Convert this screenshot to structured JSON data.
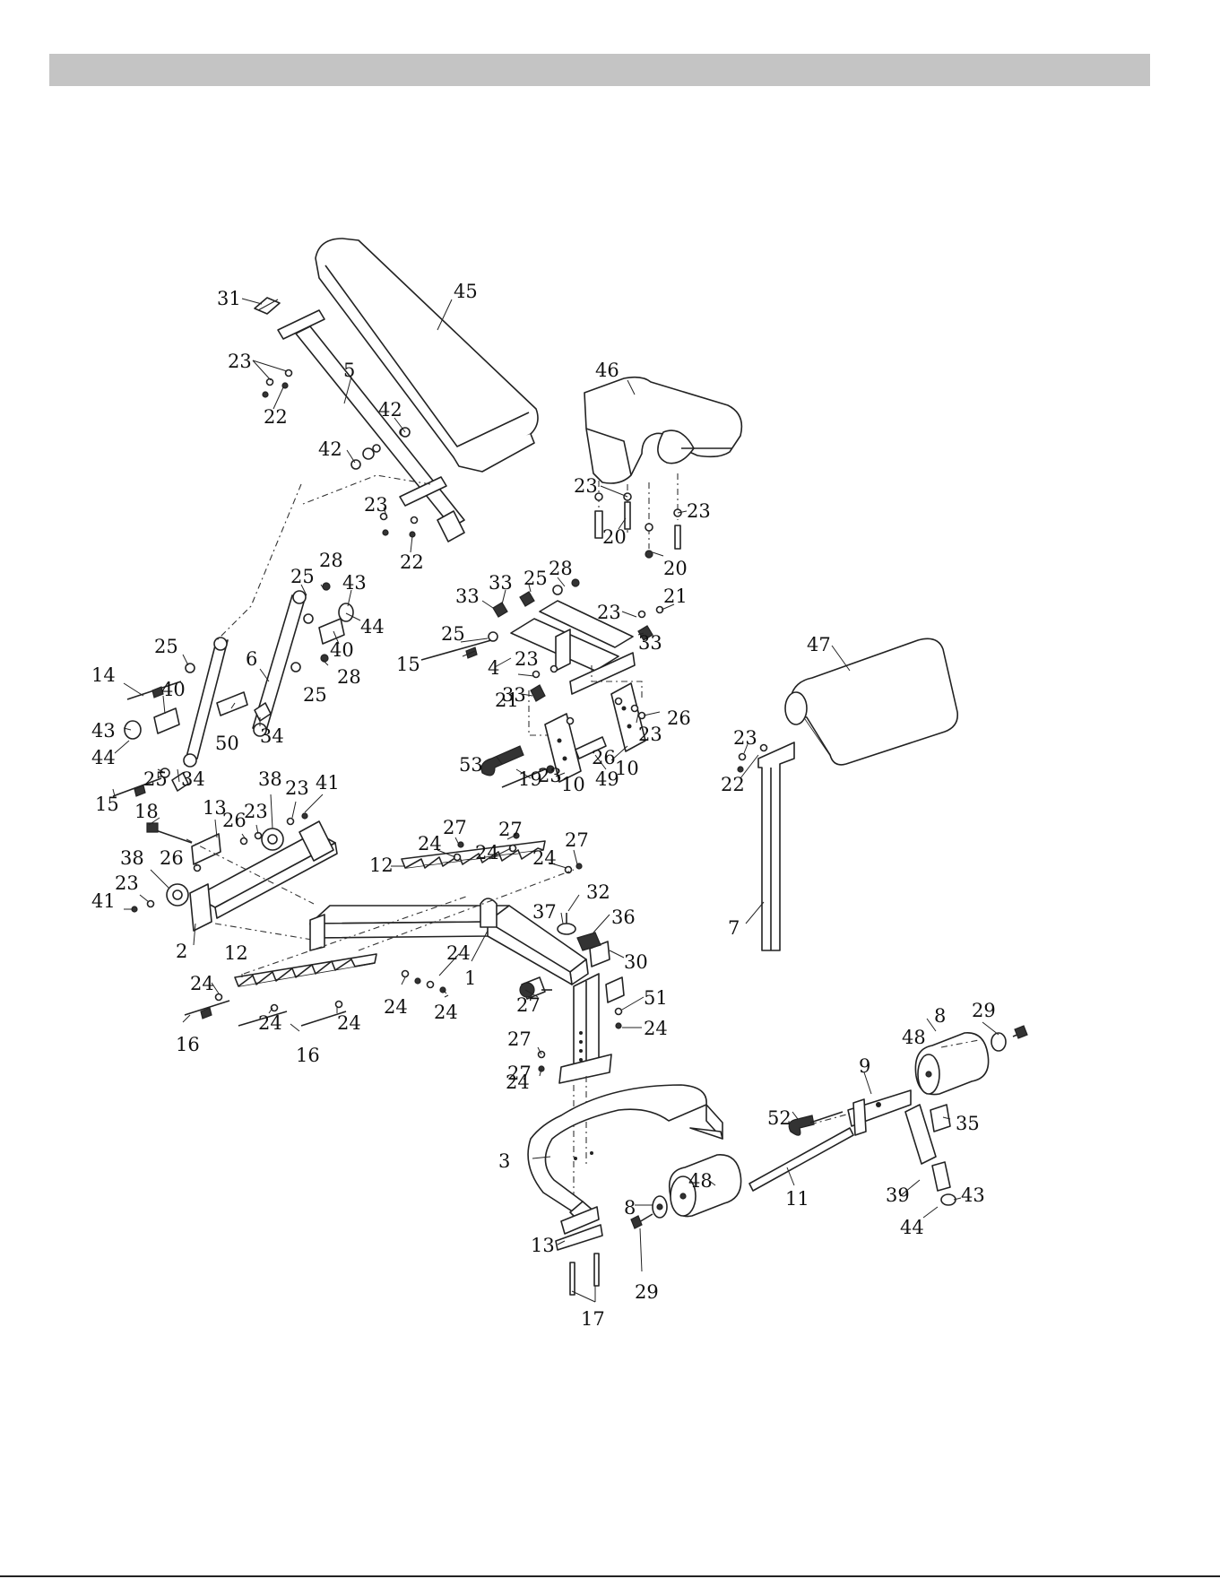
{
  "colors": {
    "header_bar": "#c4c4c4",
    "line": "#222222",
    "background": "#ffffff"
  },
  "callouts": [
    {
      "text": "31"
    },
    {
      "text": "45"
    },
    {
      "text": "23"
    },
    {
      "text": "5"
    },
    {
      "text": "22"
    },
    {
      "text": "42"
    },
    {
      "text": "42"
    },
    {
      "text": "23"
    },
    {
      "text": "22"
    },
    {
      "text": "46"
    },
    {
      "text": "23"
    },
    {
      "text": "23"
    },
    {
      "text": "20"
    },
    {
      "text": "20"
    },
    {
      "text": "28"
    },
    {
      "text": "25"
    },
    {
      "text": "43"
    },
    {
      "text": "44"
    },
    {
      "text": "40"
    },
    {
      "text": "6"
    },
    {
      "text": "25"
    },
    {
      "text": "28"
    },
    {
      "text": "25"
    },
    {
      "text": "14"
    },
    {
      "text": "40"
    },
    {
      "text": "43"
    },
    {
      "text": "44"
    },
    {
      "text": "50"
    },
    {
      "text": "34"
    },
    {
      "text": "25"
    },
    {
      "text": "34"
    },
    {
      "text": "15"
    },
    {
      "text": "33"
    },
    {
      "text": "25"
    },
    {
      "text": "28"
    },
    {
      "text": "33"
    },
    {
      "text": "21"
    },
    {
      "text": "23"
    },
    {
      "text": "33"
    },
    {
      "text": "25"
    },
    {
      "text": "15"
    },
    {
      "text": "4"
    },
    {
      "text": "23"
    },
    {
      "text": "21"
    },
    {
      "text": "33"
    },
    {
      "text": "26"
    },
    {
      "text": "23"
    },
    {
      "text": "26"
    },
    {
      "text": "10"
    },
    {
      "text": "53"
    },
    {
      "text": "23"
    },
    {
      "text": "19"
    },
    {
      "text": "10"
    },
    {
      "text": "49"
    },
    {
      "text": "47"
    },
    {
      "text": "23"
    },
    {
      "text": "22"
    },
    {
      "text": "7"
    },
    {
      "text": "38"
    },
    {
      "text": "23"
    },
    {
      "text": "41"
    },
    {
      "text": "18"
    },
    {
      "text": "13"
    },
    {
      "text": "23"
    },
    {
      "text": "26"
    },
    {
      "text": "38"
    },
    {
      "text": "26"
    },
    {
      "text": "23"
    },
    {
      "text": "41"
    },
    {
      "text": "2"
    },
    {
      "text": "27"
    },
    {
      "text": "24"
    },
    {
      "text": "27"
    },
    {
      "text": "24"
    },
    {
      "text": "27"
    },
    {
      "text": "24"
    },
    {
      "text": "12"
    },
    {
      "text": "32"
    },
    {
      "text": "37"
    },
    {
      "text": "36"
    },
    {
      "text": "30"
    },
    {
      "text": "12"
    },
    {
      "text": "24"
    },
    {
      "text": "1"
    },
    {
      "text": "24"
    },
    {
      "text": "24"
    },
    {
      "text": "24"
    },
    {
      "text": "27"
    },
    {
      "text": "51"
    },
    {
      "text": "27"
    },
    {
      "text": "24"
    },
    {
      "text": "16"
    },
    {
      "text": "24"
    },
    {
      "text": "24"
    },
    {
      "text": "16"
    },
    {
      "text": "27"
    },
    {
      "text": "24"
    },
    {
      "text": "29"
    },
    {
      "text": "8"
    },
    {
      "text": "48"
    },
    {
      "text": "9"
    },
    {
      "text": "52"
    },
    {
      "text": "35"
    },
    {
      "text": "3"
    },
    {
      "text": "11"
    },
    {
      "text": "39"
    },
    {
      "text": "43"
    },
    {
      "text": "44"
    },
    {
      "text": "48"
    },
    {
      "text": "8"
    },
    {
      "text": "13"
    },
    {
      "text": "29"
    },
    {
      "text": "17"
    }
  ]
}
